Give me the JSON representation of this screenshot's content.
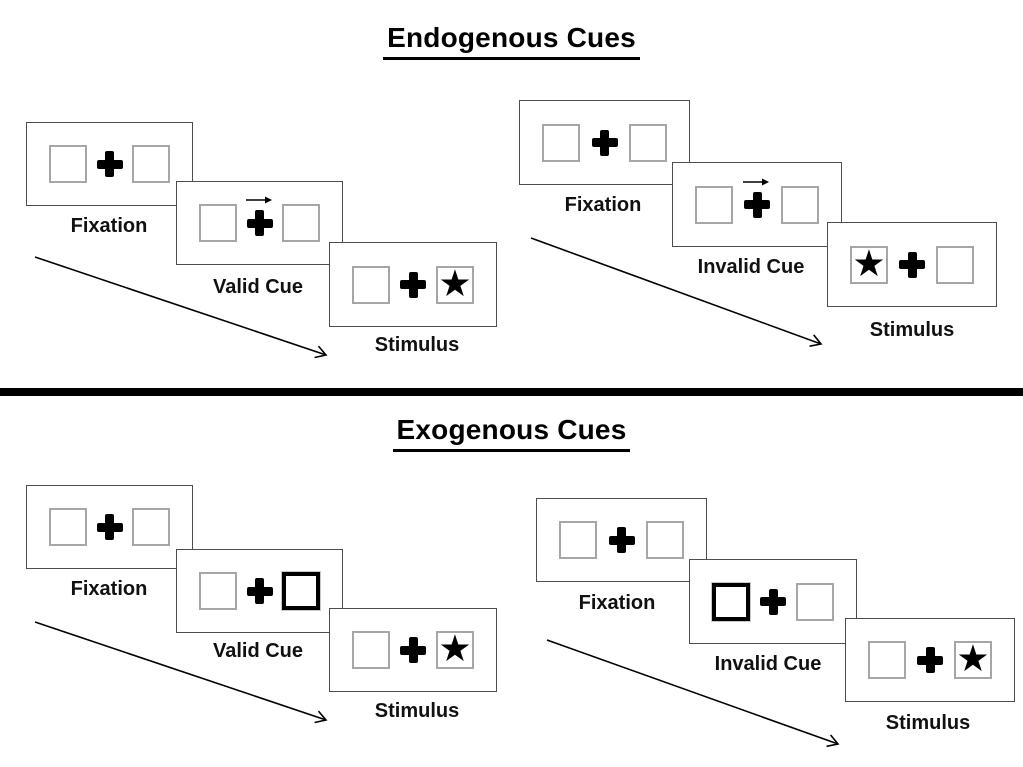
{
  "page": {
    "background": "#ffffff"
  },
  "sections": [
    {
      "title": "Endogenous Cues",
      "sequences": [
        {
          "name": "valid-trial",
          "panels": [
            {
              "label": "Fixation",
              "type": "fixation"
            },
            {
              "label": "Valid Cue",
              "type": "arrow-cue",
              "cue_direction": "right"
            },
            {
              "label": "Stimulus",
              "type": "stimulus",
              "star_side": "right"
            }
          ]
        },
        {
          "name": "invalid-trial",
          "panels": [
            {
              "label": "Fixation",
              "type": "fixation"
            },
            {
              "label": "Invalid Cue",
              "type": "arrow-cue",
              "cue_direction": "right"
            },
            {
              "label": "Stimulus",
              "type": "stimulus",
              "star_side": "left"
            }
          ]
        }
      ]
    },
    {
      "title": "Exogenous Cues",
      "sequences": [
        {
          "name": "valid-trial",
          "panels": [
            {
              "label": "Fixation",
              "type": "fixation"
            },
            {
              "label": "Valid Cue",
              "type": "box-cue",
              "bold_box_side": "right"
            },
            {
              "label": "Stimulus",
              "type": "stimulus",
              "star_side": "right"
            }
          ]
        },
        {
          "name": "invalid-trial",
          "panels": [
            {
              "label": "Fixation",
              "type": "fixation"
            },
            {
              "label": "Invalid Cue",
              "type": "box-cue",
              "bold_box_side": "left"
            },
            {
              "label": "Stimulus",
              "type": "stimulus",
              "star_side": "right"
            }
          ]
        }
      ]
    }
  ],
  "symbols": {
    "fixation_cross": "+",
    "target_star": "★",
    "cue_arrow": "→"
  },
  "colors": {
    "panel_border": "#4d4d4d",
    "box_border": "#a6a6a6",
    "bold_box_border": "#000000",
    "ink": "#000000",
    "divider": "#000000"
  }
}
